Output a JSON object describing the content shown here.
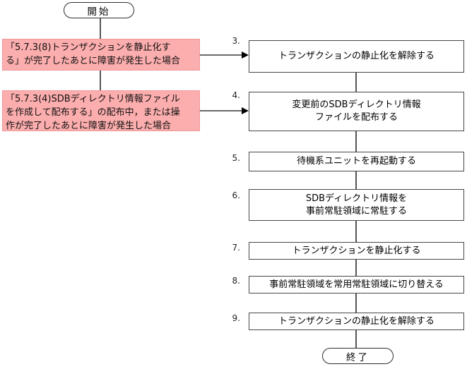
{
  "diagram": {
    "title": "recovery-procedure-flowchart",
    "start_label": "開始",
    "end_label": "終了",
    "conditions": [
      {
        "points_to_step": "3.",
        "lines": [
          "「5.7.3(8)トランザクションを静止化す",
          "る」が完了したあとに障害が発生した場合"
        ]
      },
      {
        "points_to_step": "4.",
        "lines": [
          "「5.7.3(4)SDBディレクトリ情報ファイル",
          "を作成して配布する」の配布中，または操",
          "作が完了したあとに障害が発生した場合"
        ]
      }
    ],
    "steps": [
      {
        "number": "3.",
        "lines": [
          "トランザクションの静止化を解除する"
        ]
      },
      {
        "number": "4.",
        "lines": [
          "変更前のSDBディレクトリ情報",
          "ファイルを配布する"
        ]
      },
      {
        "number": "5.",
        "lines": [
          "待機系ユニットを再起動する"
        ]
      },
      {
        "number": "6.",
        "lines": [
          "SDBディレクトリ情報を",
          "事前常駐領域に常駐する"
        ]
      },
      {
        "number": "7.",
        "lines": [
          "トランザクションを静止化する"
        ]
      },
      {
        "number": "8.",
        "lines": [
          "事前常駐領域を常用常駐領域に切り替える"
        ]
      },
      {
        "number": "9.",
        "lines": [
          "トランザクションの静止化を解除する"
        ]
      }
    ],
    "colors": {
      "condition_fill": "#fcadad",
      "condition_border": "#ee9898",
      "box_border": "#474747",
      "connector": "#555555",
      "arrowhead": "#000000"
    }
  }
}
